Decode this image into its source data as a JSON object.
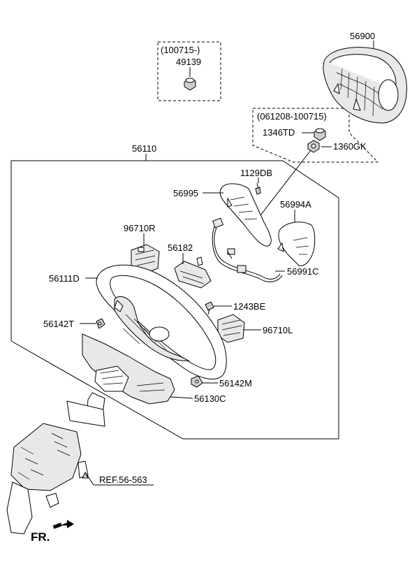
{
  "parts": {
    "p56900": "56900",
    "date_range_1": "(100715-)",
    "p49139": "49139",
    "date_range_2": "(061208-100715)",
    "p1346TD": "1346TD",
    "p1360GK": "1360GK",
    "p56110": "56110",
    "p1129DB": "1129DB",
    "p56995": "56995",
    "p56994A": "56994A",
    "p96710R": "96710R",
    "p56182": "56182",
    "p56111D": "56111D",
    "p56991C": "56991C",
    "p1243BE": "1243BE",
    "p56142T": "56142T",
    "p96710L": "96710L",
    "p56142M": "56142M",
    "p56130C": "56130C",
    "ref": "REF.56-563",
    "fr": "FR."
  }
}
